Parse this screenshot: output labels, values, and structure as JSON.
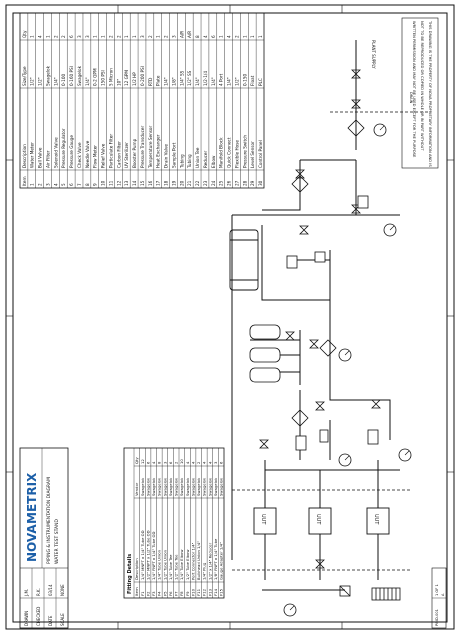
{
  "drawing": {
    "notes": [
      "THIS DRAWING IS THE PROPERTY OF NOVA PROPRIETARY INFORMATION AND IS",
      "NOT TO BE REPRODUCED OR COPIED IN WHOLE OR IN PART WITHOUT",
      "WRITTEN PERMISSION AND MAY NOT BE USED EXCEPT FOR THE PURPOSE"
    ],
    "parts_list": {
      "headers": [
        "Qty",
        "Description",
        "Size/Type",
        "Item"
      ],
      "rows": [
        {
          "item": "1",
          "desc": "Water Meter",
          "size": "1/2\"",
          "qty": "1"
        },
        {
          "item": "2",
          "desc": "Ball Valve",
          "size": "1/2\"",
          "qty": "4"
        },
        {
          "item": "3",
          "desc": "Air Filter",
          "size": "Swagelok",
          "qty": "1"
        },
        {
          "item": "4",
          "desc": "Solenoid Valve",
          "size": "1/4\"",
          "qty": "2"
        },
        {
          "item": "5",
          "desc": "Pressure Regulator",
          "size": "0-100",
          "qty": "2"
        },
        {
          "item": "6",
          "desc": "Pressure Gauge",
          "size": "0-160 PSI",
          "qty": "6"
        },
        {
          "item": "7",
          "desc": "Check Valve",
          "size": "Swagelok",
          "qty": "3"
        },
        {
          "item": "8",
          "desc": "Needle Valve",
          "size": "1/4\"",
          "qty": "3"
        },
        {
          "item": "9",
          "desc": "Flow Meter",
          "size": "0-2 GPM",
          "qty": "1"
        },
        {
          "item": "10",
          "desc": "Relief Valve",
          "size": "150 PSI",
          "qty": "1"
        },
        {
          "item": "11",
          "desc": "Particulate Filter",
          "size": "5 Micron",
          "qty": "2"
        },
        {
          "item": "12",
          "desc": "Carbon Filter",
          "size": "10\"",
          "qty": "2"
        },
        {
          "item": "13",
          "desc": "UV Sterilizer",
          "size": "12 GPM",
          "qty": "1"
        },
        {
          "item": "14",
          "desc": "Booster Pump",
          "size": "1/2 HP",
          "qty": "1"
        },
        {
          "item": "15",
          "desc": "Pressure Transducer",
          "size": "0-200 PSI",
          "qty": "3"
        },
        {
          "item": "16",
          "desc": "Temperature Sensor",
          "size": "RTD",
          "qty": "2"
        },
        {
          "item": "17",
          "desc": "Heat Exchanger",
          "size": "Plate",
          "qty": "1"
        },
        {
          "item": "18",
          "desc": "Drain Valve",
          "size": "1/4\"",
          "qty": "2"
        },
        {
          "item": "19",
          "desc": "Sample Port",
          "size": "1/8\"",
          "qty": "3"
        },
        {
          "item": "20",
          "desc": "Tubing",
          "size": "1/4\" SS",
          "qty": "A/R"
        },
        {
          "item": "21",
          "desc": "Tubing",
          "size": "1/2\" SS",
          "qty": "A/R"
        },
        {
          "item": "22",
          "desc": "Union Tee",
          "size": "1/4\"",
          "qty": "8"
        },
        {
          "item": "23",
          "desc": "Reducer",
          "size": "1/2-1/4",
          "qty": "4"
        },
        {
          "item": "24",
          "desc": "Elbow",
          "size": "1/4\"",
          "qty": "6"
        },
        {
          "item": "25",
          "desc": "Manifold Block",
          "size": "4 Port",
          "qty": "1"
        },
        {
          "item": "26",
          "desc": "Quick Connect",
          "size": "1/4\"",
          "qty": "4"
        },
        {
          "item": "27",
          "desc": "Flexible Hose",
          "size": "1/2\"",
          "qty": "2"
        },
        {
          "item": "28",
          "desc": "Pressure Switch",
          "size": "0-150",
          "qty": "1"
        },
        {
          "item": "29",
          "desc": "Level Sensor",
          "size": "Float",
          "qty": "1"
        },
        {
          "item": "30",
          "desc": "Control Panel",
          "size": "PLC",
          "qty": "1"
        }
      ]
    },
    "fitting_table": {
      "title": "Fitting Details",
      "headers": [
        "Item",
        "Description",
        "Vendor",
        "Qty"
      ],
      "rows": [
        {
          "item": "F1",
          "desc": "1/4\" MNPT x 1/4\" Tube OD",
          "vendor": "Swagelok",
          "qty": "12"
        },
        {
          "item": "F2",
          "desc": "1/2\" MNPT x 1/2\" Tube OD",
          "vendor": "Swagelok",
          "qty": "6"
        },
        {
          "item": "F3",
          "desc": "1/4\" FNPT x 1/4\" Tube OD",
          "vendor": "Swagelok",
          "qty": "4"
        },
        {
          "item": "F4",
          "desc": "1/4\" Tube Union",
          "vendor": "Swagelok",
          "qty": "8"
        },
        {
          "item": "F5",
          "desc": "1/2\" Tube Union",
          "vendor": "Swagelok",
          "qty": "3"
        },
        {
          "item": "F6",
          "desc": "1/4\" Tube Tee",
          "vendor": "Swagelok",
          "qty": "6"
        },
        {
          "item": "F7",
          "desc": "1/2\" Tube Tee",
          "vendor": "Swagelok",
          "qty": "2"
        },
        {
          "item": "F8",
          "desc": "1/4\" Tube Elbow",
          "vendor": "Swagelok",
          "qty": "10"
        },
        {
          "item": "F9",
          "desc": "1/2\" Tube Elbow",
          "vendor": "Swagelok",
          "qty": "4"
        },
        {
          "item": "F10",
          "desc": "Port Connector 1/4\"",
          "vendor": "Swagelok",
          "qty": "4"
        },
        {
          "item": "F11",
          "desc": "Bulkhead Union 1/4\"",
          "vendor": "Swagelok",
          "qty": "2"
        },
        {
          "item": "F12",
          "desc": "1/4\" Plug",
          "vendor": "Swagelok",
          "qty": "4"
        },
        {
          "item": "F13",
          "desc": "1/2\" x 1/4\" Reducer",
          "vendor": "Swagelok",
          "qty": "4"
        },
        {
          "item": "F14",
          "desc": "1/8\" FNPT x 1/4\" Tube",
          "vendor": "Swagelok",
          "qty": "3"
        },
        {
          "item": "F15",
          "desc": "Gauge Adapter 1/4\"",
          "vendor": "Swagelok",
          "qty": "6"
        }
      ]
    },
    "title_block": {
      "company": "NOVA",
      "company_sub": "METRIX",
      "drawing_title": "PIPING & INSTRUMENTATION DIAGRAM",
      "project": "WATER TEST STAND",
      "fields": [
        {
          "label": "DRAWN",
          "value": "J.M."
        },
        {
          "label": "CHECKED",
          "value": "R.K."
        },
        {
          "label": "DATE",
          "value": "03/14"
        },
        {
          "label": "SCALE",
          "value": "NONE"
        }
      ],
      "dwg_no": "P&ID-001",
      "sheet": "1 OF 1",
      "rev": "A"
    },
    "labels": {
      "plant_supply": "PLANT SUPPLY",
      "drain": "DRAIN",
      "uut": "UUT"
    }
  }
}
